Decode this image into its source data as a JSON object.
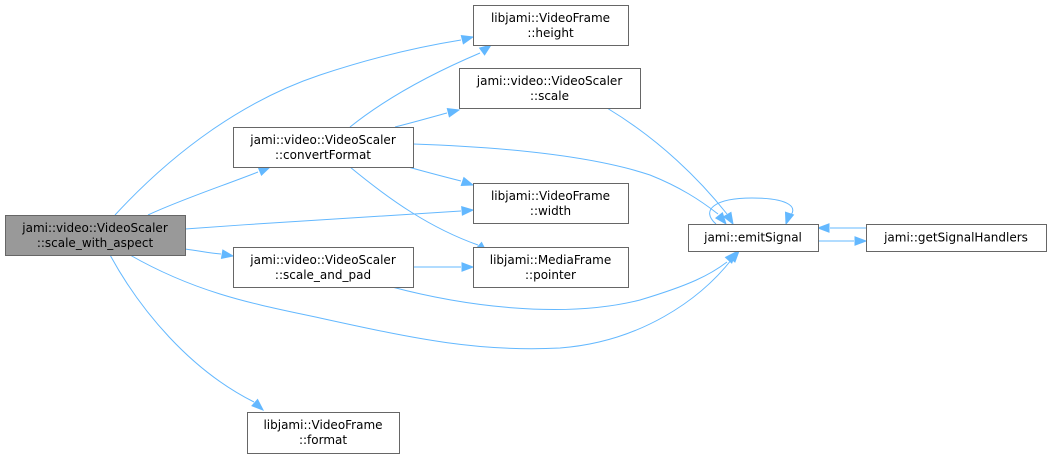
{
  "diagram": {
    "colors": {
      "node_fill": "#ffffff",
      "node_border": "#666666",
      "root_fill": "#999999",
      "edge": "#63b8ff",
      "text": "#000000"
    },
    "nodes": [
      {
        "id": "scale_with_aspect",
        "line1": "jami::video::VideoScaler",
        "line2": "::scale_with_aspect",
        "root": true
      },
      {
        "id": "vf_height",
        "line1": "libjami::VideoFrame",
        "line2": "::height"
      },
      {
        "id": "vs_scale",
        "line1": "jami::video::VideoScaler",
        "line2": "::scale"
      },
      {
        "id": "vs_convertFormat",
        "line1": "jami::video::VideoScaler",
        "line2": "::convertFormat"
      },
      {
        "id": "vf_width",
        "line1": "libjami::VideoFrame",
        "line2": "::width"
      },
      {
        "id": "emitSignal",
        "line1": "jami::emitSignal",
        "line2": ""
      },
      {
        "id": "getSignalHandlers",
        "line1": "jami::getSignalHandlers",
        "line2": ""
      },
      {
        "id": "vs_scale_and_pad",
        "line1": "jami::video::VideoScaler",
        "line2": "::scale_and_pad"
      },
      {
        "id": "mf_pointer",
        "line1": "libjami::MediaFrame",
        "line2": "::pointer"
      },
      {
        "id": "vf_format",
        "line1": "libjami::VideoFrame",
        "line2": "::format"
      }
    ],
    "edges": [
      {
        "from": "scale_with_aspect",
        "to": "vf_height"
      },
      {
        "from": "scale_with_aspect",
        "to": "vs_convertFormat"
      },
      {
        "from": "scale_with_aspect",
        "to": "vf_width"
      },
      {
        "from": "scale_with_aspect",
        "to": "vs_scale_and_pad"
      },
      {
        "from": "scale_with_aspect",
        "to": "emitSignal"
      },
      {
        "from": "scale_with_aspect",
        "to": "vf_format"
      },
      {
        "from": "vs_convertFormat",
        "to": "vf_height"
      },
      {
        "from": "vs_convertFormat",
        "to": "vs_scale"
      },
      {
        "from": "vs_convertFormat",
        "to": "emitSignal"
      },
      {
        "from": "vs_convertFormat",
        "to": "vf_width"
      },
      {
        "from": "vs_convertFormat",
        "to": "mf_pointer"
      },
      {
        "from": "vs_scale",
        "to": "emitSignal"
      },
      {
        "from": "vs_scale_and_pad",
        "to": "mf_pointer"
      },
      {
        "from": "vs_scale_and_pad",
        "to": "emitSignal"
      },
      {
        "from": "emitSignal",
        "to": "emitSignal"
      },
      {
        "from": "emitSignal",
        "to": "getSignalHandlers"
      },
      {
        "from": "getSignalHandlers",
        "to": "emitSignal"
      }
    ]
  }
}
